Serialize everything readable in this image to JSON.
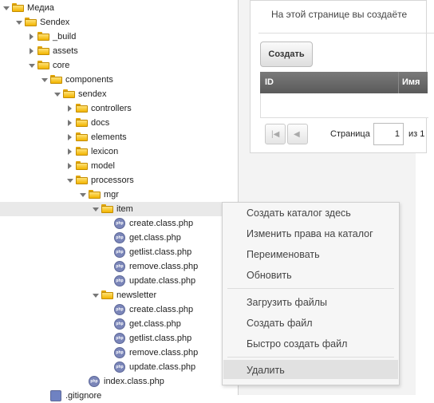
{
  "tree": {
    "items": [
      {
        "label": "Медиа",
        "type": "folder",
        "depth": 0,
        "state": "open"
      },
      {
        "label": "Sendex",
        "type": "folder",
        "depth": 1,
        "state": "open"
      },
      {
        "label": "_build",
        "type": "folder",
        "depth": 2,
        "state": "closed"
      },
      {
        "label": "assets",
        "type": "folder",
        "depth": 2,
        "state": "closed"
      },
      {
        "label": "core",
        "type": "folder",
        "depth": 2,
        "state": "open"
      },
      {
        "label": "components",
        "type": "folder",
        "depth": 3,
        "state": "open"
      },
      {
        "label": "sendex",
        "type": "folder",
        "depth": 4,
        "state": "open"
      },
      {
        "label": "controllers",
        "type": "folder",
        "depth": 5,
        "state": "closed"
      },
      {
        "label": "docs",
        "type": "folder",
        "depth": 5,
        "state": "closed"
      },
      {
        "label": "elements",
        "type": "folder",
        "depth": 5,
        "state": "closed"
      },
      {
        "label": "lexicon",
        "type": "folder",
        "depth": 5,
        "state": "closed"
      },
      {
        "label": "model",
        "type": "folder",
        "depth": 5,
        "state": "closed"
      },
      {
        "label": "processors",
        "type": "folder",
        "depth": 5,
        "state": "open"
      },
      {
        "label": "mgr",
        "type": "folder",
        "depth": 6,
        "state": "open"
      },
      {
        "label": "item",
        "type": "folder",
        "depth": 7,
        "state": "open",
        "selected": true
      },
      {
        "label": "create.class.php",
        "type": "php",
        "depth": 8
      },
      {
        "label": "get.class.php",
        "type": "php",
        "depth": 8
      },
      {
        "label": "getlist.class.php",
        "type": "php",
        "depth": 8
      },
      {
        "label": "remove.class.php",
        "type": "php",
        "depth": 8
      },
      {
        "label": "update.class.php",
        "type": "php",
        "depth": 8
      },
      {
        "label": "newsletter",
        "type": "folder",
        "depth": 7,
        "state": "open"
      },
      {
        "label": "create.class.php",
        "type": "php",
        "depth": 8
      },
      {
        "label": "get.class.php",
        "type": "php",
        "depth": 8
      },
      {
        "label": "getlist.class.php",
        "type": "php",
        "depth": 8
      },
      {
        "label": "remove.class.php",
        "type": "php",
        "depth": 8
      },
      {
        "label": "update.class.php",
        "type": "php",
        "depth": 8
      },
      {
        "label": "index.class.php",
        "type": "php",
        "depth": 6
      },
      {
        "label": ".gitignore",
        "type": "file",
        "depth": 3
      }
    ]
  },
  "main": {
    "description": "На этой странице вы создаёте",
    "create_button": "Создать",
    "grid": {
      "col_id": "ID",
      "col_name": "Имя"
    },
    "pager": {
      "page_label": "Страница",
      "page_value": "1",
      "of_label": "из 1"
    }
  },
  "context_menu": {
    "items": [
      {
        "label": "Создать каталог здесь"
      },
      {
        "label": "Изменить права на каталог"
      },
      {
        "label": "Переименовать"
      },
      {
        "label": "Обновить"
      },
      {
        "label": "Загрузить файлы"
      },
      {
        "label": "Создать файл"
      },
      {
        "label": "Быстро создать файл"
      },
      {
        "label": "Удалить"
      }
    ]
  },
  "colors": {
    "folder": "#f2b500",
    "php_icon": "#7b86b9",
    "grid_header": "#666666",
    "selection": "#e9e9e9"
  }
}
